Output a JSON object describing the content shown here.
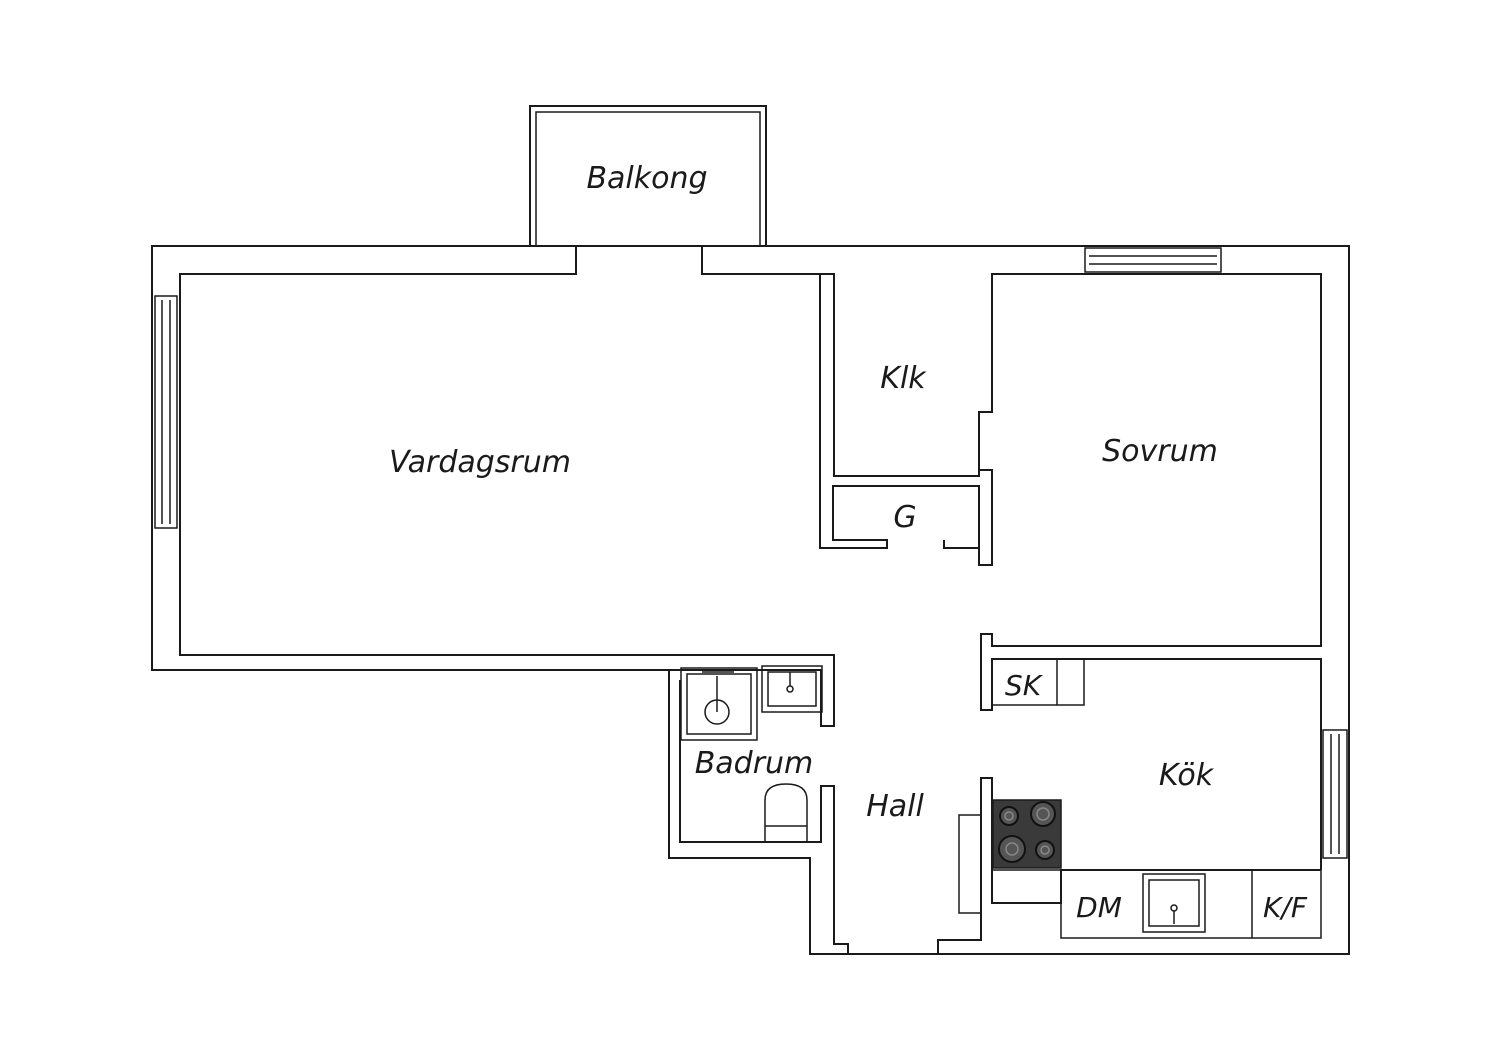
{
  "plan": {
    "rooms": {
      "balkong": "Balkong",
      "vardagsrum": "Vardagsrum",
      "klk": "Klk",
      "g": "G",
      "sovrum": "Sovrum",
      "sk": "SK",
      "badrum": "Badrum",
      "hall": "Hall",
      "kok": "Kök",
      "dm": "DM",
      "kf": "K/F"
    }
  }
}
